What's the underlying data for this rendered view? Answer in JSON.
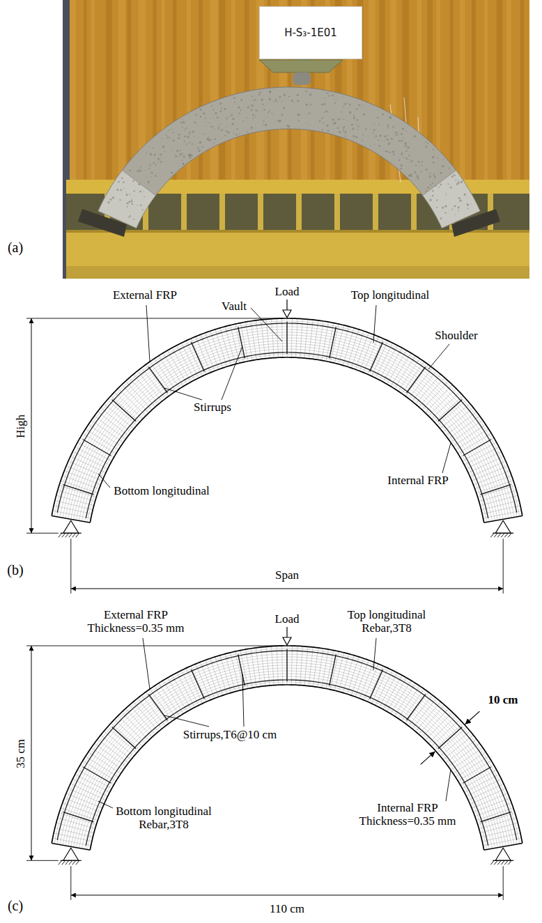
{
  "diagram": {
    "nodes": [
      {
        "text": [
          "H-S₃-1E01"
        ]
      }
    ],
    "edges": [],
    "labels": [
      "(a)",
      "Load",
      "Top longitudinal",
      "External FRP",
      "Vault",
      "Shoulder",
      "Stirrups",
      "High",
      "Bottom longitudinal",
      "Internal FRP",
      "Span",
      "(b)",
      "Load",
      "Top longitudinal Rebar,3T8",
      "External FRP Thickness=0.35 mm",
      "35 cm",
      "Stirrups,T6@10 cm",
      "10 cm",
      "Internal FRP Thickness=0.35 mm",
      "Bottom longitudinal Rebar,3T8",
      "110 cm",
      "(c)"
    ]
  }
}
